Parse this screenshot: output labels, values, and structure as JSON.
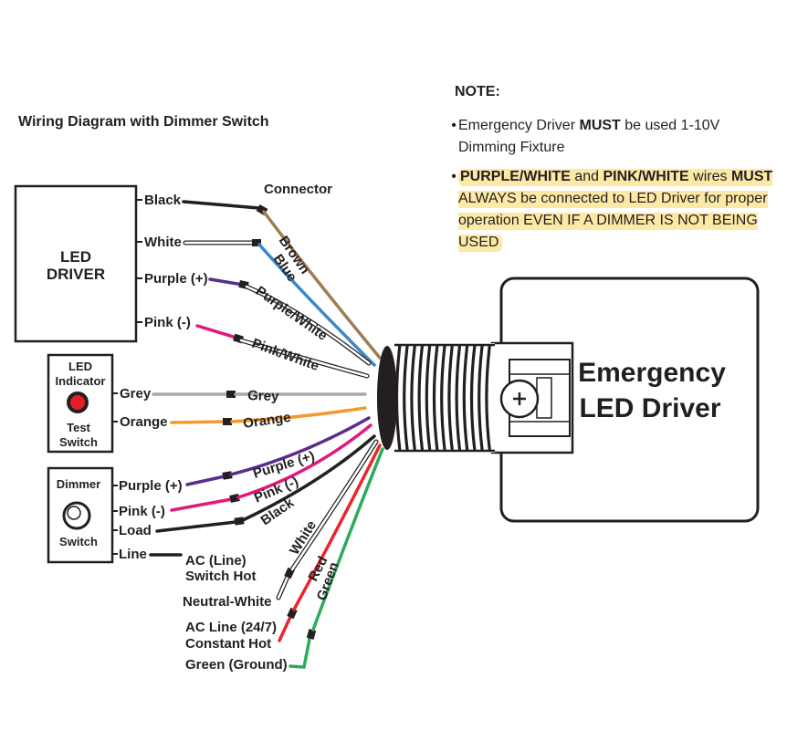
{
  "title": "Wiring Diagram with Dimmer Switch",
  "note": {
    "heading": "NOTE:",
    "items": [
      {
        "segments": [
          {
            "text": "Emergency Driver ",
            "bold": false
          },
          {
            "text": "MUST",
            "bold": true
          },
          {
            "text": " be used 1-10V Dimming Fixture",
            "bold": false
          }
        ],
        "highlight": false
      },
      {
        "segments": [
          {
            "text": "PURPLE/WHITE",
            "bold": true
          },
          {
            "text": " and ",
            "bold": false
          },
          {
            "text": "PINK/WHITE",
            "bold": true
          },
          {
            "text": " wires ",
            "bold": false
          },
          {
            "text": "MUST",
            "bold": true
          },
          {
            "text": " ALWAYS be connected to LED Driver for proper operation EVEN IF A DIMMER IS NOT BEING USED",
            "bold": false
          }
        ],
        "highlight": true
      }
    ]
  },
  "led_driver_box": {
    "label_line1": "LED",
    "label_line2": "DRIVER",
    "terminals": [
      "Black",
      "White",
      "Purple (+)",
      "Pink (-)"
    ]
  },
  "led_indicator_box": {
    "top_line1": "LED",
    "top_line2": "Indicator",
    "bottom_line1": "Test",
    "bottom_line2": "Switch",
    "terminals": [
      "Grey",
      "Orange"
    ]
  },
  "dimmer_box": {
    "top": "Dimmer",
    "bottom": "Switch",
    "terminals": [
      "Purple (+)",
      "Pink (-)",
      "Load",
      "Line"
    ]
  },
  "connector_label": "Connector",
  "wire_labels": {
    "brown": "Brown",
    "blue": "Blue",
    "purple_white": "Purple/White",
    "pink_white": "Pink/White",
    "grey": "Grey",
    "orange": "Orange",
    "purple": "Purple (+)",
    "pink": "Pink (-)",
    "black": "Black",
    "white": "White",
    "red": "Red",
    "green": "Green"
  },
  "supply_labels": {
    "ac_line_1": "AC (Line)",
    "ac_line_2": "Switch Hot",
    "neutral": "Neutral-White",
    "ac_constant_1": "AC Line (24/7)",
    "ac_constant_2": "Constant Hot",
    "ground": "Green (Ground)"
  },
  "emergency_driver": {
    "line1": "Emergency",
    "line2": "LED Driver"
  },
  "colors": {
    "black": "#231f20",
    "brown": "#a07c52",
    "blue": "#3b87c8",
    "purple": "#5b2d8c",
    "pink": "#e0197d",
    "grey": "#a7a9ac",
    "orange": "#f29a2e",
    "red": "#e8262b",
    "green": "#2eaa5c",
    "highlight": "#fce9a6",
    "indicator_red": "#e41e26"
  }
}
